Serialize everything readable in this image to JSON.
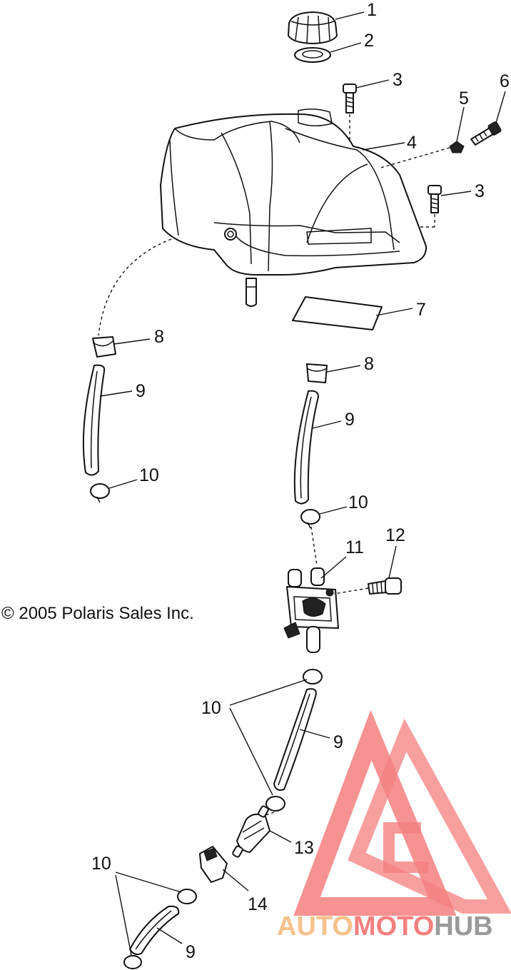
{
  "copyright": "© 2005 Polaris Sales Inc.",
  "callouts": {
    "c1": "1",
    "c2": "2",
    "c3a": "3",
    "c3b": "3",
    "c4": "4",
    "c5": "5",
    "c6": "6",
    "c7": "7",
    "c8a": "8",
    "c8b": "8",
    "c9a": "9",
    "c9b": "9",
    "c9c": "9",
    "c9d": "9",
    "c10a": "10",
    "c10b": "10",
    "c10c": "10",
    "c10d": "10",
    "c11": "11",
    "c12": "12",
    "c13": "13",
    "c14": "14"
  },
  "watermark": {
    "part1": "AUTO",
    "part2": "MOTO",
    "part3": "HUB",
    "color_auto": "#f7c18b",
    "color_moto": "#f47f7f",
    "color_hub": "#9a9a9a"
  }
}
